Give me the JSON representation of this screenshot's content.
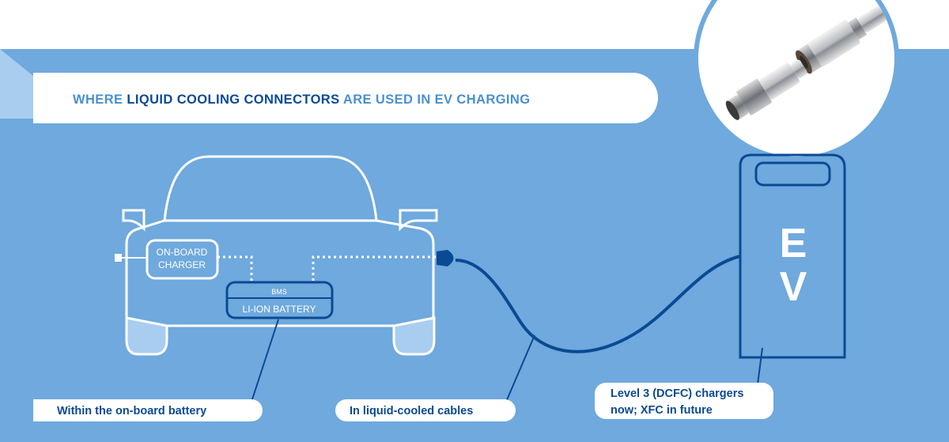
{
  "title": {
    "prefix": "WHERE ",
    "emphasis": "LIQUID COOLING CONNECTORS",
    "suffix": " ARE USED IN EV CHARGING"
  },
  "car": {
    "charger_label_line1": "ON-BOARD",
    "charger_label_line2": "CHARGER",
    "bms_label": "BMS",
    "battery_label": "LI-ION BATTERY"
  },
  "station": {
    "letter_top": "E",
    "letter_bottom": "V"
  },
  "callouts": {
    "battery": "Within the on-board battery",
    "cables": "In liquid-cooled cables",
    "chargers_line1": "Level 3 (DCFC) chargers",
    "chargers_line2": "now; XFC in future"
  },
  "colors": {
    "background_blue": "#6fa9dd",
    "light_blue": "#a9cdef",
    "dark_blue": "#0a4a94",
    "line_white": "#ffffff"
  },
  "icons": [
    "connector-photo",
    "car-outline-icon",
    "charging-station-icon",
    "charging-cable-icon"
  ]
}
